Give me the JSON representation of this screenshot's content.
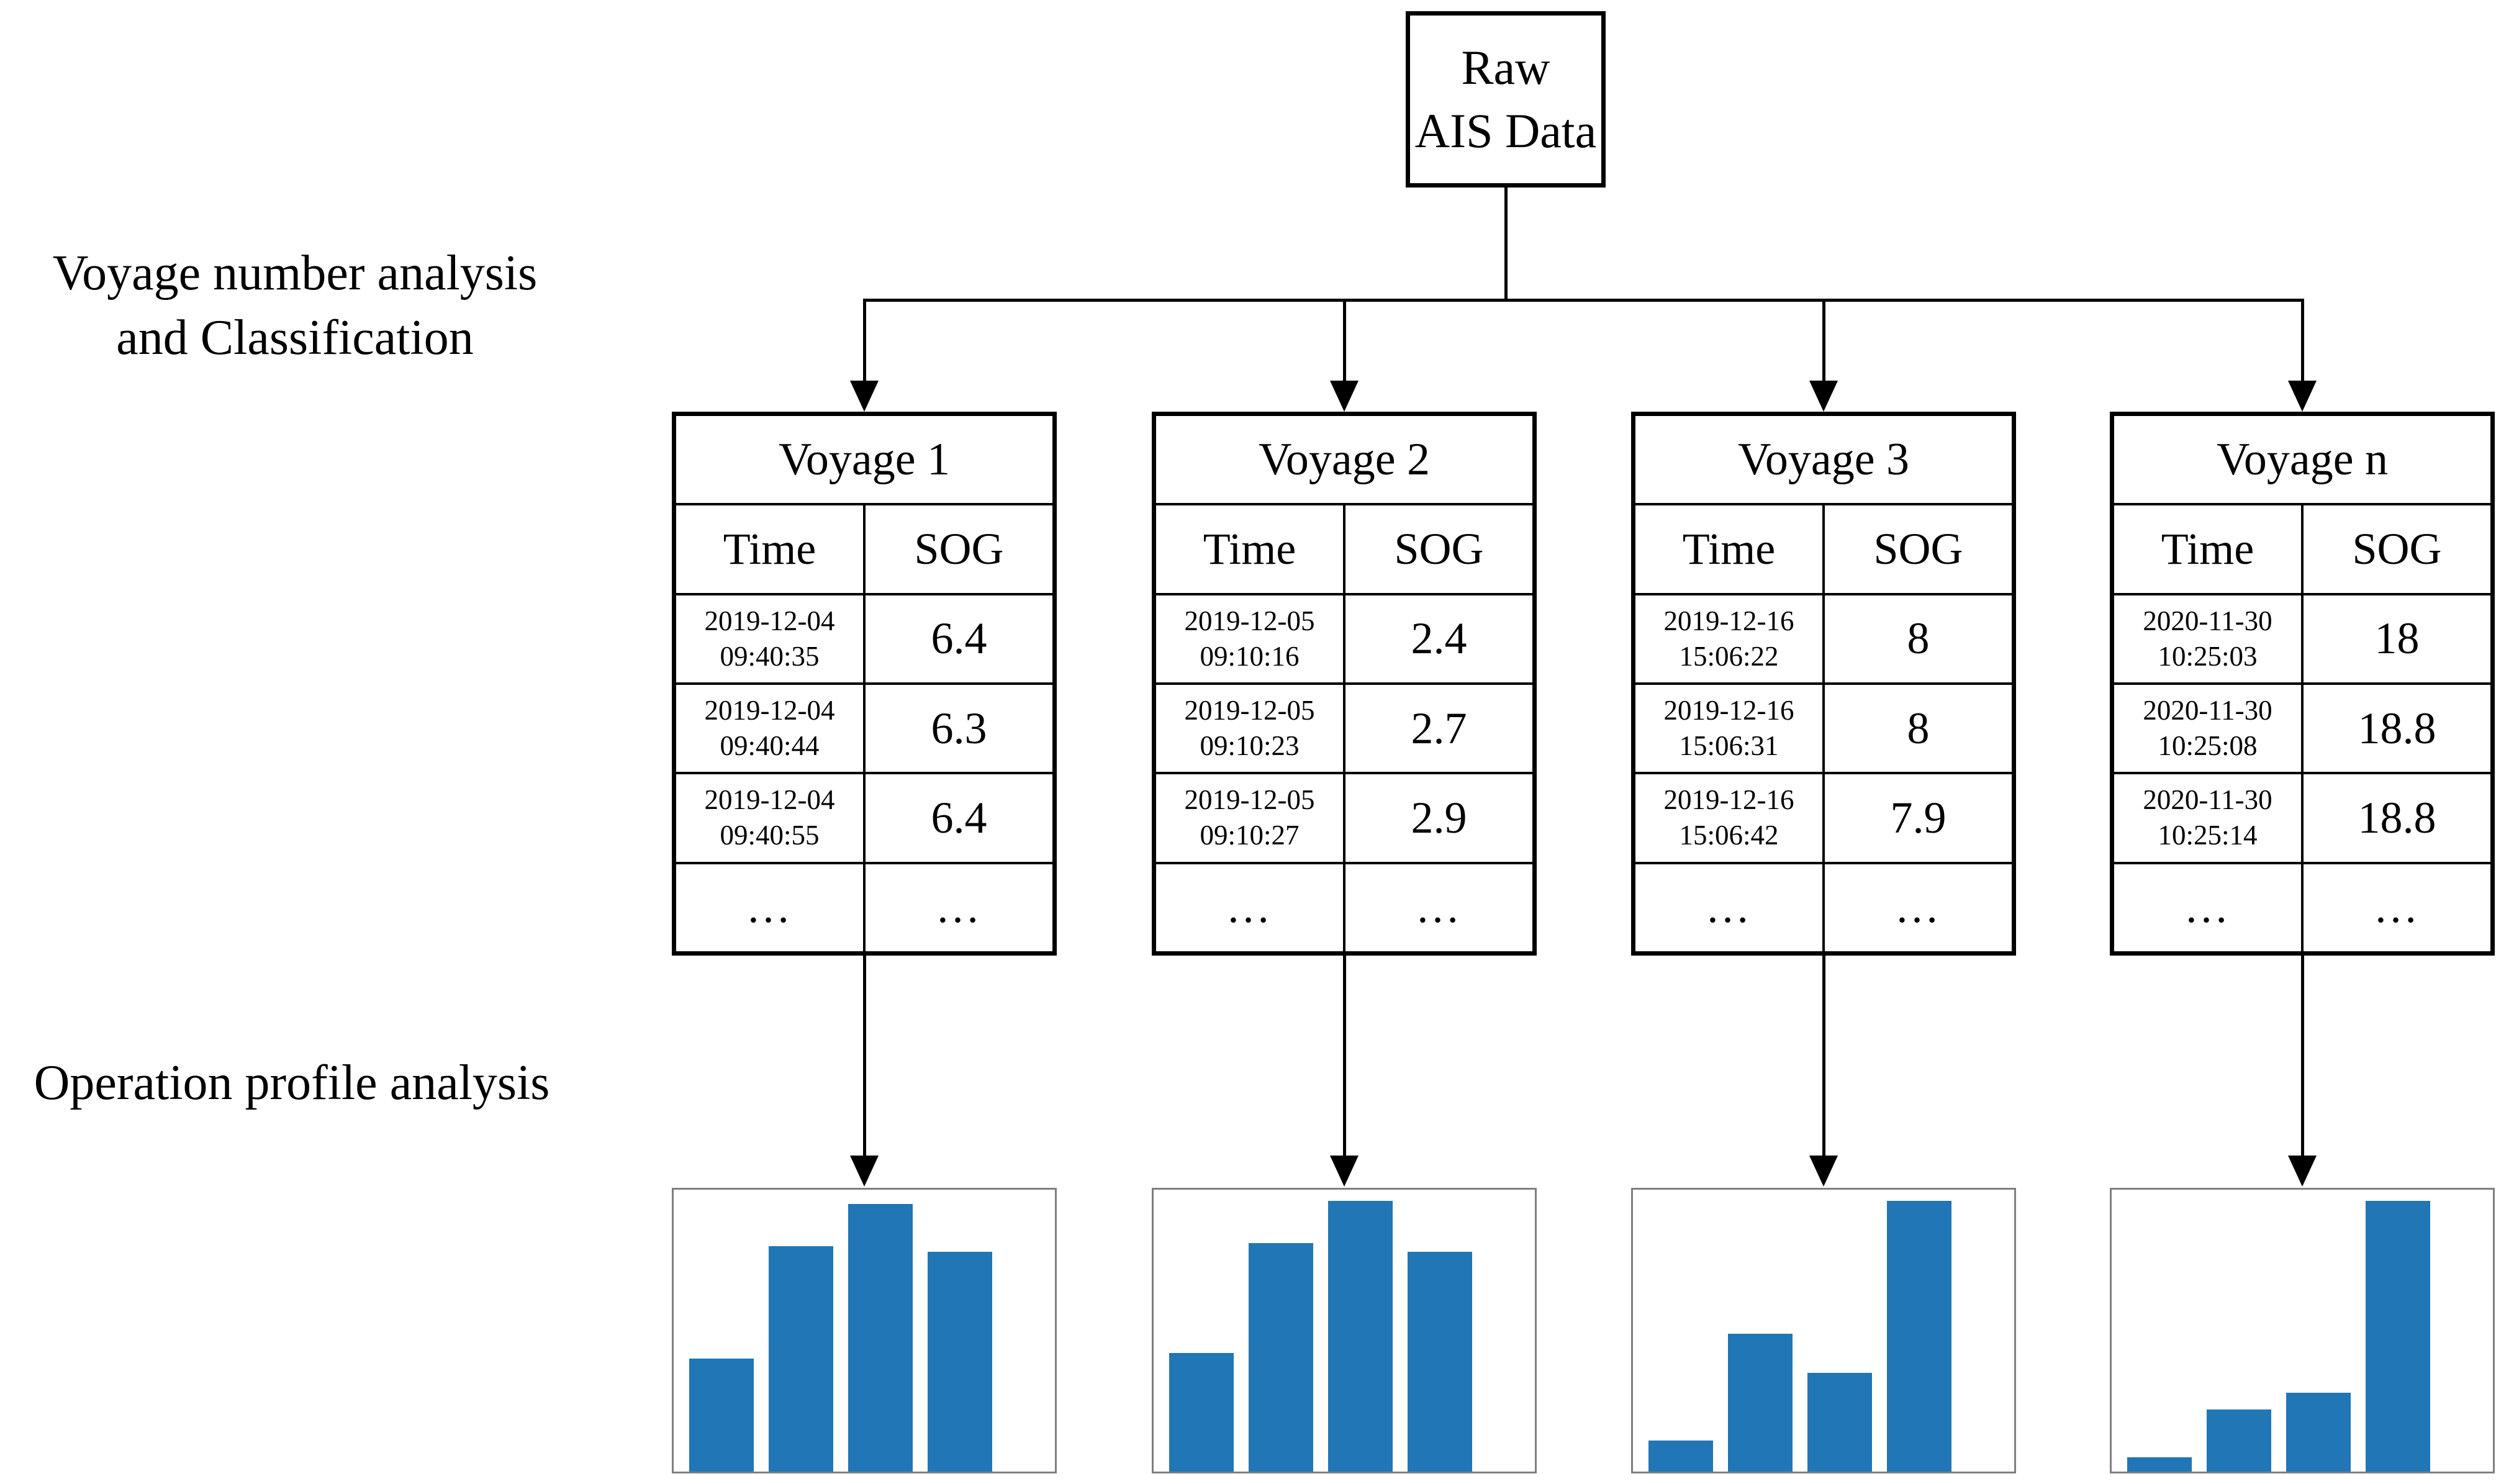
{
  "labels": {
    "stage1_line1": "Voyage number analysis",
    "stage1_line2": "and Classification",
    "stage2": "Operation profile analysis"
  },
  "root_box": {
    "line1": "Raw",
    "line2": "AIS Data"
  },
  "columns": {
    "time": "Time",
    "sog": "SOG"
  },
  "tables": [
    {
      "title": "Voyage 1",
      "rows": [
        {
          "date": "2019-12-04",
          "time": "09:40:35",
          "sog": "6.4"
        },
        {
          "date": "2019-12-04",
          "time": "09:40:44",
          "sog": "6.3"
        },
        {
          "date": "2019-12-04",
          "time": "09:40:55",
          "sog": "6.4"
        }
      ],
      "ellipsis": "…"
    },
    {
      "title": "Voyage 2",
      "rows": [
        {
          "date": "2019-12-05",
          "time": "09:10:16",
          "sog": "2.4"
        },
        {
          "date": "2019-12-05",
          "time": "09:10:23",
          "sog": "2.7"
        },
        {
          "date": "2019-12-05",
          "time": "09:10:27",
          "sog": "2.9"
        }
      ],
      "ellipsis": "…"
    },
    {
      "title": "Voyage 3",
      "rows": [
        {
          "date": "2019-12-16",
          "time": "15:06:22",
          "sog": "8"
        },
        {
          "date": "2019-12-16",
          "time": "15:06:31",
          "sog": "8"
        },
        {
          "date": "2019-12-16",
          "time": "15:06:42",
          "sog": "7.9"
        }
      ],
      "ellipsis": "…"
    },
    {
      "title": "Voyage n",
      "rows": [
        {
          "date": "2020-11-30",
          "time": "10:25:03",
          "sog": "18"
        },
        {
          "date": "2020-11-30",
          "time": "10:25:08",
          "sog": "18.8"
        },
        {
          "date": "2020-11-30",
          "time": "10:25:14",
          "sog": "18.8"
        }
      ],
      "ellipsis": "…"
    }
  ],
  "chart_data": [
    {
      "type": "bar",
      "source_table": "Voyage 1",
      "values_pct": [
        40,
        80,
        95,
        78
      ],
      "bar_color": "#2176b5",
      "axes_shown": false
    },
    {
      "type": "bar",
      "source_table": "Voyage 2",
      "values_pct": [
        42,
        81,
        96,
        78
      ],
      "bar_color": "#2176b5",
      "axes_shown": false
    },
    {
      "type": "bar",
      "source_table": "Voyage 3",
      "values_pct": [
        11,
        49,
        35,
        96
      ],
      "bar_color": "#2176b5",
      "axes_shown": false
    },
    {
      "type": "bar",
      "source_table": "Voyage n",
      "values_pct": [
        5,
        22,
        28,
        96
      ],
      "bar_color": "#2176b5",
      "axes_shown": false
    }
  ],
  "colors": {
    "bar": "#2176b5",
    "line": "#000000",
    "chart_border": "#7f7f7f"
  }
}
